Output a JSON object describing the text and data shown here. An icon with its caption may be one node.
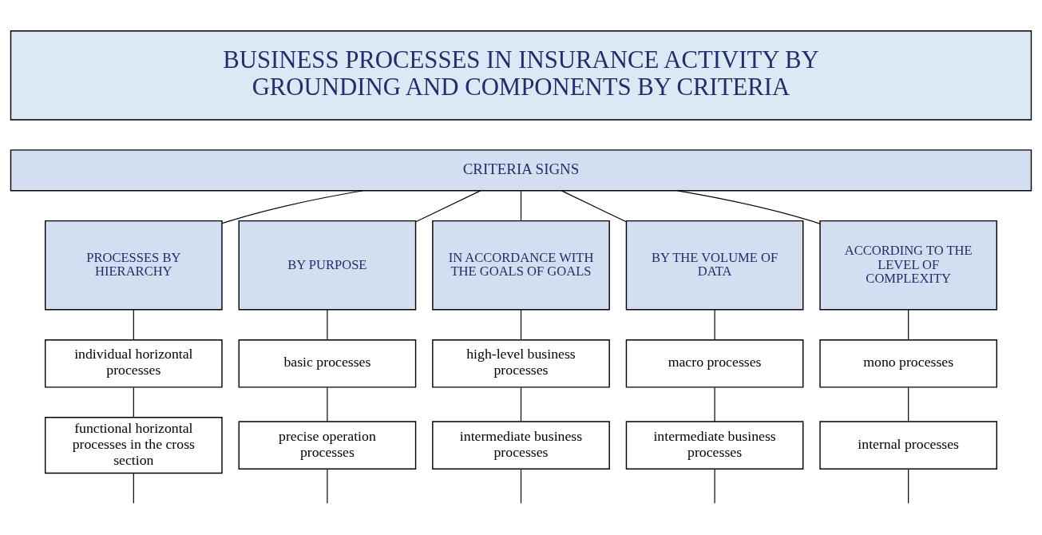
{
  "diagram": {
    "nodes": [
      {
        "text": [
          "BUSINESS PROCESSES IN INSURANCE ACTIVITY BY GROUNDING AND COMPONENTS BY CRITERIA"
        ]
      },
      {
        "text": [
          "CRITERIA SIGNS"
        ]
      },
      {
        "text": [
          "PROCESSES BY HIERARCHY"
        ]
      },
      {
        "text": [
          "BY PURPOSE"
        ]
      },
      {
        "text": [
          "IN ACCORDANCE WITH THE GOALS OF GOALS"
        ]
      },
      {
        "text": [
          "BY THE VOLUME OF DATA"
        ]
      },
      {
        "text": [
          "ACCORDING TO THE LEVEL OF COMPLEXITY"
        ]
      },
      {
        "text": [
          "individual horizontal processes"
        ]
      },
      {
        "text": [
          "basic processes"
        ]
      },
      {
        "text": [
          "high-level business processes"
        ]
      },
      {
        "text": [
          "macro processes"
        ]
      },
      {
        "text": [
          "mono processes"
        ]
      },
      {
        "text": [
          "functional horizontal processes in the cross section"
        ]
      },
      {
        "text": [
          "precise operation processes"
        ]
      },
      {
        "text": [
          "intermediate business processes"
        ]
      },
      {
        "text": [
          "intermediate business processes"
        ]
      },
      {
        "text": [
          "internal processes"
        ]
      }
    ],
    "edges": [
      {
        "from": 1,
        "to": 2,
        "arrow": "none"
      },
      {
        "from": 1,
        "to": 3,
        "arrow": "none"
      },
      {
        "from": 1,
        "to": 4,
        "arrow": "none"
      },
      {
        "from": 1,
        "to": 5,
        "arrow": "none"
      },
      {
        "from": 1,
        "to": 6,
        "arrow": "none"
      },
      {
        "from": 2,
        "to": 7,
        "arrow": "none"
      },
      {
        "from": 3,
        "to": 8,
        "arrow": "none"
      },
      {
        "from": 4,
        "to": 9,
        "arrow": "none"
      },
      {
        "from": 5,
        "to": 10,
        "arrow": "none"
      },
      {
        "from": 6,
        "to": 11,
        "arrow": "none"
      },
      {
        "from": 7,
        "to": 12,
        "arrow": "none"
      },
      {
        "from": 8,
        "to": 13,
        "arrow": "none"
      },
      {
        "from": 9,
        "to": 14,
        "arrow": "none"
      },
      {
        "from": 10,
        "to": 15,
        "arrow": "none"
      },
      {
        "from": 11,
        "to": 16,
        "arrow": "none"
      },
      {
        "from": 12,
        "to": null,
        "arrow": "none"
      },
      {
        "from": 13,
        "to": null,
        "arrow": "none"
      },
      {
        "from": 14,
        "to": null,
        "arrow": "none"
      },
      {
        "from": 15,
        "to": null,
        "arrow": "none"
      },
      {
        "from": 16,
        "to": null,
        "arrow": "none"
      }
    ]
  }
}
